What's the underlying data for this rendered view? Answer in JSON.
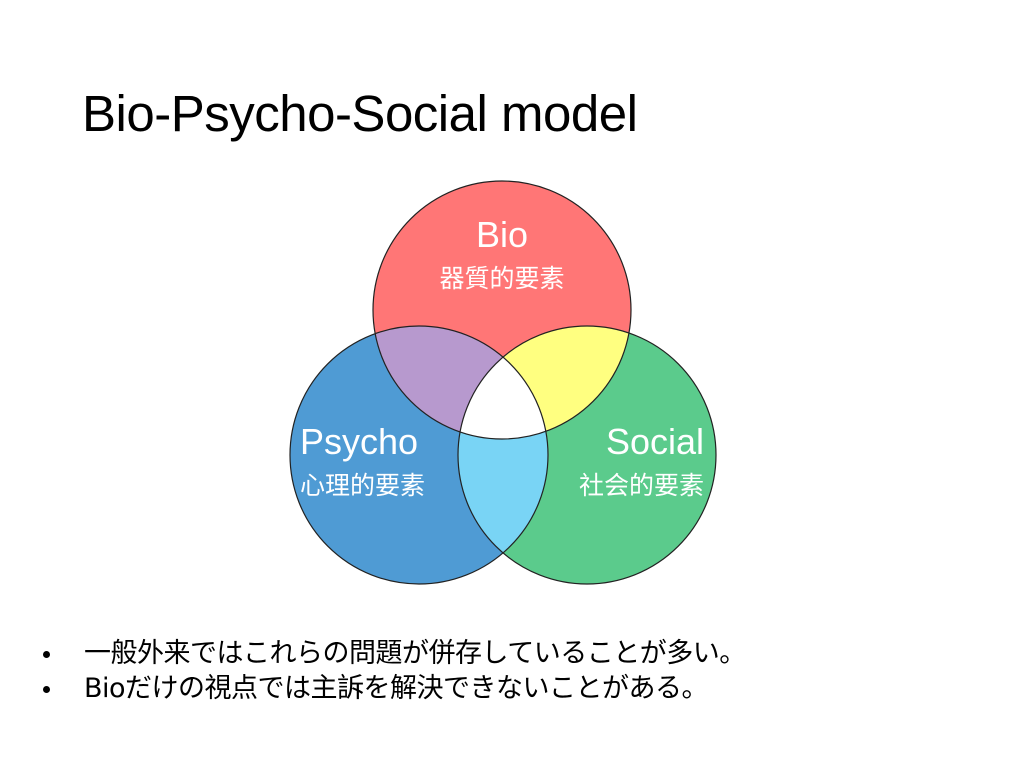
{
  "slide": {
    "title": "Bio-Psycho-Social model"
  },
  "venn": {
    "circles": [
      {
        "label": "Bio",
        "sublabel": "器質的要素",
        "color": "#FF7676"
      },
      {
        "label": "Psycho",
        "sublabel": "心理的要素",
        "color": "#4F9BD4"
      },
      {
        "label": "Social",
        "sublabel": "社会的要素",
        "color": "#5BCB8C"
      }
    ],
    "overlap_colors": {
      "bio_psycho": "#B799CE",
      "bio_social": "#FFFF80",
      "psycho_social": "#79D4F5",
      "all": "#FFFFFF"
    }
  },
  "bullets": [
    "一般外来ではこれらの問題が併存していることが多い。",
    "Bioだけの視点では主訴を解決できないことがある。"
  ]
}
